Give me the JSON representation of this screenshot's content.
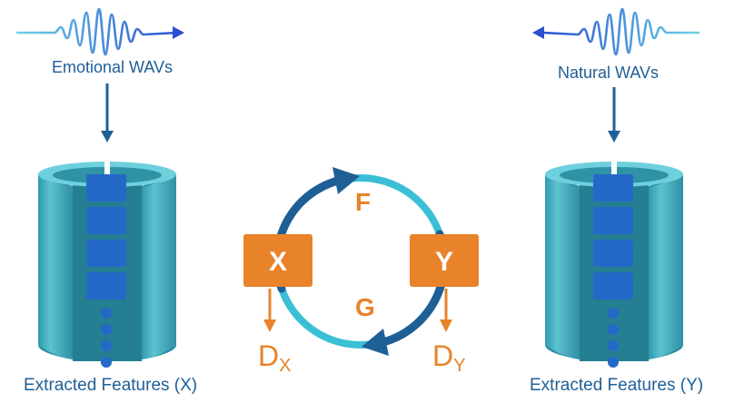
{
  "left": {
    "wav_label": "Emotional WAVs",
    "features_label": "Extracted Features (X)"
  },
  "right": {
    "wav_label": "Natural WAVs",
    "features_label": "Extracted Features (Y)"
  },
  "cycle": {
    "node_x": "X",
    "node_y": "Y",
    "forward_map": "F",
    "backward_map": "G",
    "disc_x_main": "D",
    "disc_x_sub": "X",
    "disc_y_main": "D",
    "disc_y_sub": "Y"
  },
  "colors": {
    "dark_blue": "#1e5f96",
    "teal": "#3bbfd6",
    "orange": "#e8832a",
    "block_blue": "#2468c8",
    "cylinder_teal": "#4fb2c2"
  }
}
